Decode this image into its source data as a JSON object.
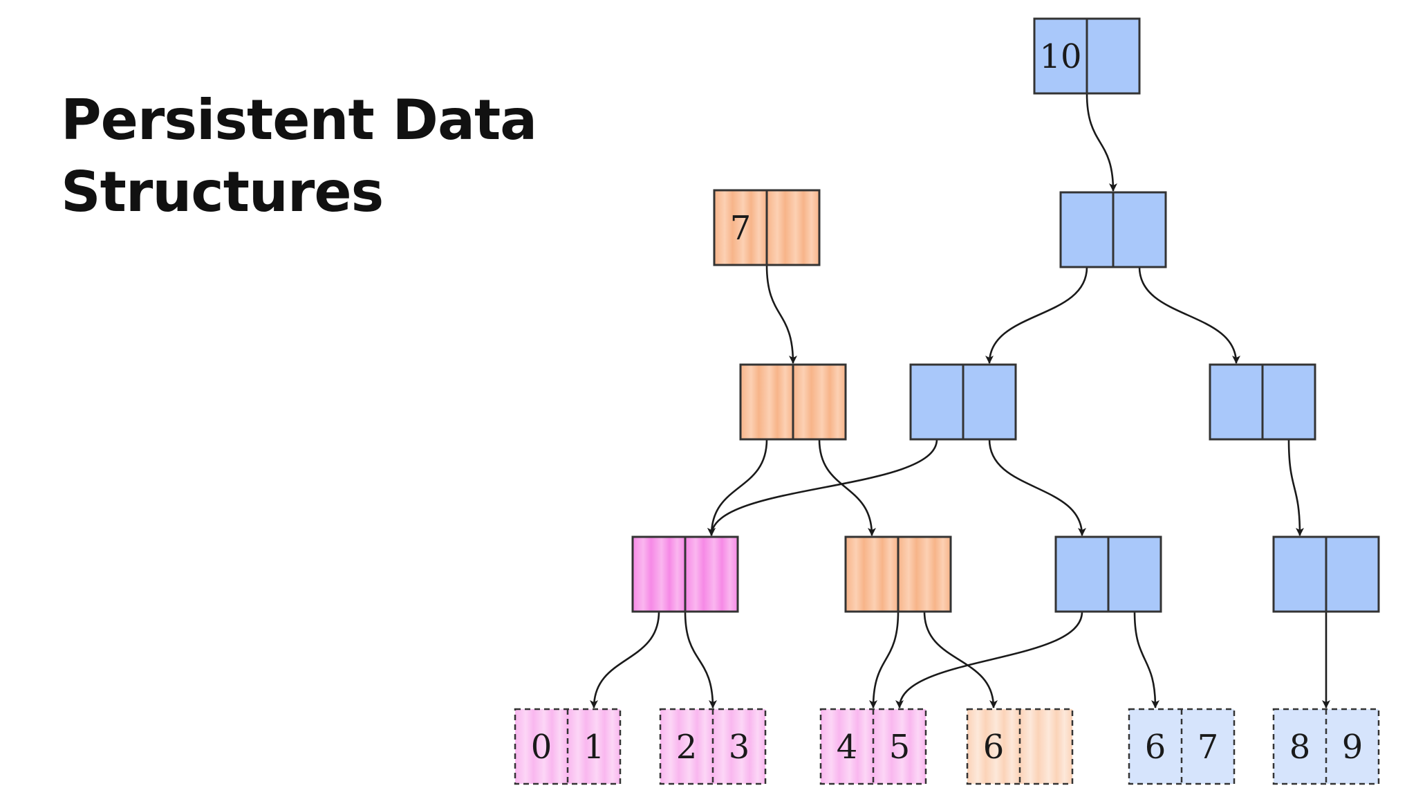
{
  "slide": {
    "title_line1": "Persistent Data",
    "title_line2": "Structures"
  },
  "palette": {
    "blue": "#a9c8fa",
    "orange": "#f7b489",
    "pink": "#f689e6",
    "leaf_blue": "#d6e4fc",
    "leaf_pink": "#f9b7ef",
    "leaf_orange": "#fbd3b8"
  },
  "diagram": {
    "nodes": [
      {
        "id": "root-10",
        "style": "blue",
        "labels": [
          "10",
          ""
        ]
      },
      {
        "id": "root-7",
        "style": "orange",
        "labels": [
          "7",
          ""
        ]
      },
      {
        "id": "blue-l1",
        "style": "blue",
        "labels": [
          "",
          ""
        ]
      },
      {
        "id": "orange-l2",
        "style": "orange",
        "labels": [
          "",
          ""
        ]
      },
      {
        "id": "blue-l2-left",
        "style": "blue",
        "labels": [
          "",
          ""
        ]
      },
      {
        "id": "blue-l2-right",
        "style": "blue",
        "labels": [
          "",
          ""
        ]
      },
      {
        "id": "pink-l3",
        "style": "pink",
        "labels": [
          "",
          ""
        ]
      },
      {
        "id": "orange-l3",
        "style": "orange",
        "labels": [
          "",
          ""
        ]
      },
      {
        "id": "blue-l3-a",
        "style": "blue",
        "labels": [
          "",
          ""
        ]
      },
      {
        "id": "blue-l3-b",
        "style": "blue",
        "labels": [
          "",
          ""
        ]
      },
      {
        "id": "leaf-01",
        "style": "leaf_pink",
        "labels": [
          "0",
          "1"
        ]
      },
      {
        "id": "leaf-23",
        "style": "leaf_pink",
        "labels": [
          "2",
          "3"
        ]
      },
      {
        "id": "leaf-45",
        "style": "leaf_pink",
        "labels": [
          "4",
          "5"
        ]
      },
      {
        "id": "leaf-6",
        "style": "leaf_orange",
        "labels": [
          "6",
          ""
        ]
      },
      {
        "id": "leaf-67",
        "style": "leaf_blue",
        "labels": [
          "6",
          "7"
        ]
      },
      {
        "id": "leaf-89",
        "style": "leaf_blue",
        "labels": [
          "8",
          "9"
        ]
      }
    ],
    "edges": [
      [
        "root-10",
        "blue-l1"
      ],
      [
        "root-7",
        "orange-l2"
      ],
      [
        "blue-l1",
        "blue-l2-left"
      ],
      [
        "blue-l1",
        "blue-l2-right"
      ],
      [
        "orange-l2",
        "pink-l3"
      ],
      [
        "orange-l2",
        "orange-l3"
      ],
      [
        "blue-l2-left",
        "pink-l3"
      ],
      [
        "blue-l2-left",
        "blue-l3-a"
      ],
      [
        "blue-l2-right",
        "blue-l3-b"
      ],
      [
        "pink-l3",
        "leaf-01"
      ],
      [
        "pink-l3",
        "leaf-23"
      ],
      [
        "orange-l3",
        "leaf-45"
      ],
      [
        "orange-l3",
        "leaf-6"
      ],
      [
        "blue-l3-a",
        "leaf-45"
      ],
      [
        "blue-l3-a",
        "leaf-67"
      ],
      [
        "blue-l3-b",
        "leaf-89"
      ]
    ]
  }
}
